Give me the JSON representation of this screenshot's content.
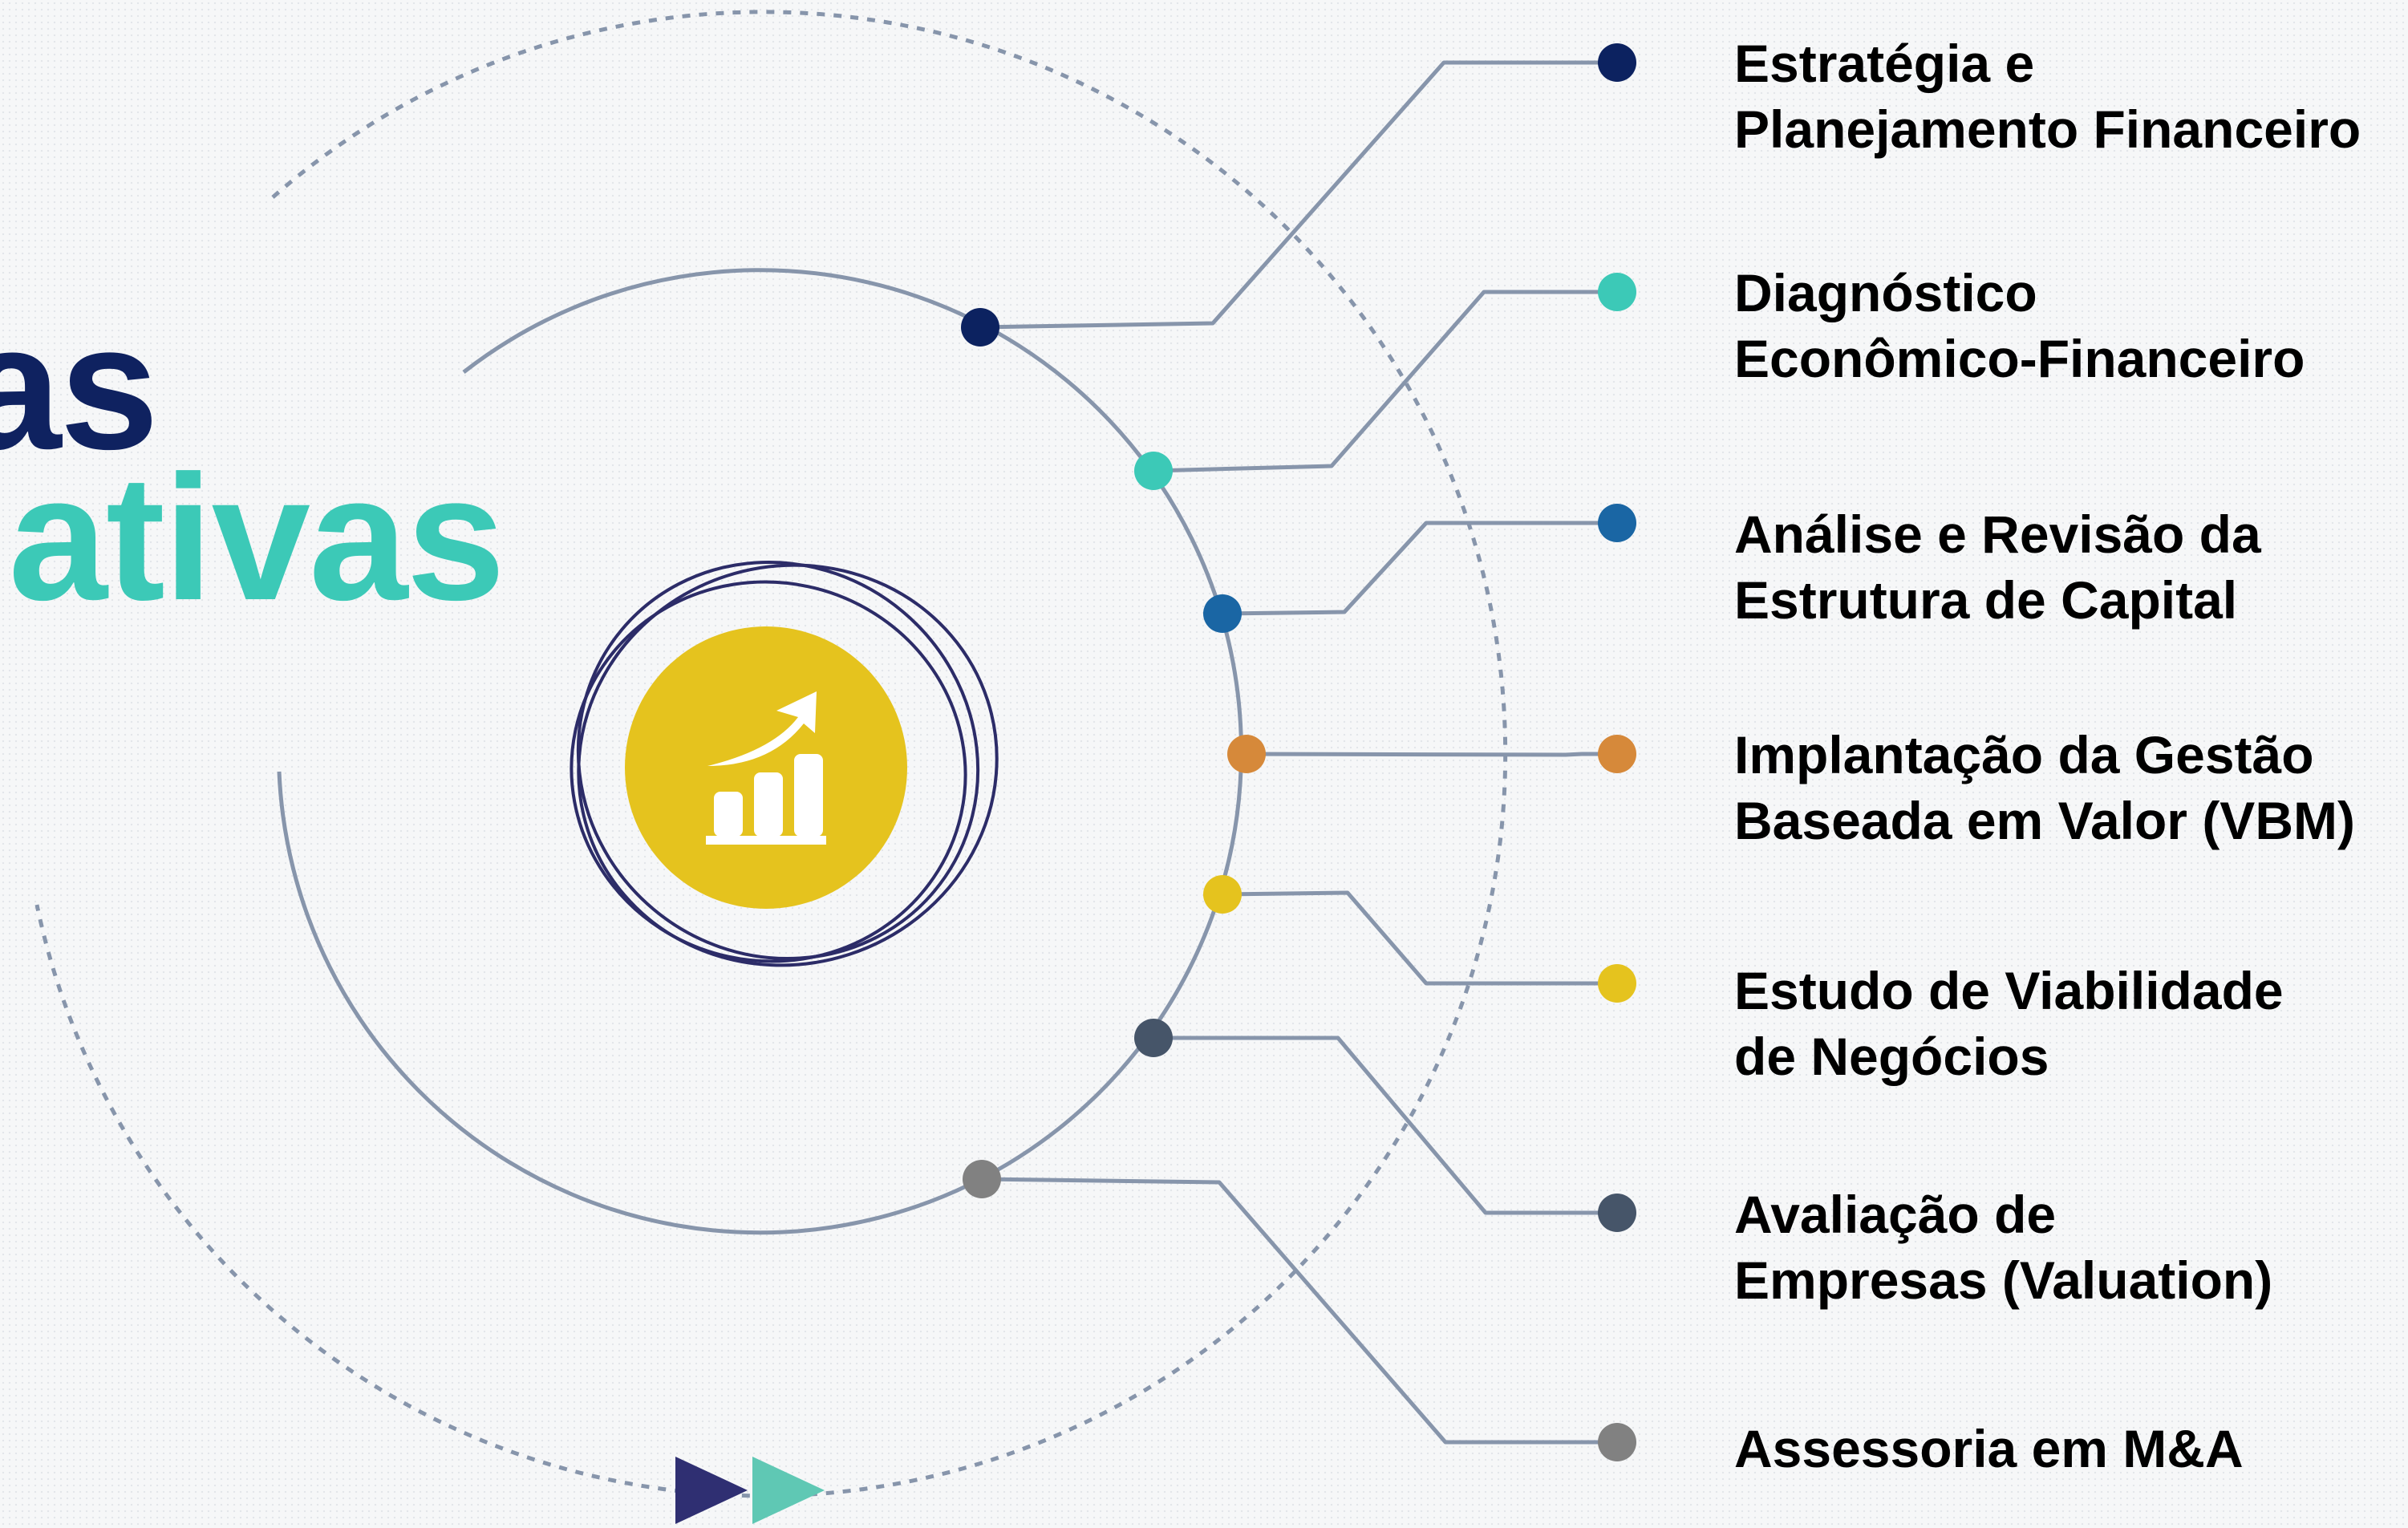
{
  "title": {
    "line1": "as",
    "line2": "ativas"
  },
  "colors": {
    "navy": "#0f2260",
    "teal": "#3cc9b7",
    "gold": "#e5c31e",
    "orbit_line": "#8795ab",
    "spiral": "#2c2c68",
    "arrow_dark": "#2f2f72",
    "arrow_light": "#5fc8b4"
  },
  "center_icon": "growth-chart-icon",
  "services": [
    {
      "line1": "Estratégia e",
      "line2": "Planejamento Financeiro",
      "color": "#0c2260"
    },
    {
      "line1": "Diagnóstico",
      "line2": "Econômico-Financeiro",
      "color": "#3cc9b7"
    },
    {
      "line1": "Análise e Revisão da",
      "line2": "Estrutura de Capital",
      "color": "#1a66a4"
    },
    {
      "line1": "Implantação da Gestão",
      "line2": "Baseada em Valor (VBM)",
      "color": "#d6893a"
    },
    {
      "line1": "Estudo de Viabilidade",
      "line2": "de Negócios",
      "color": "#e5c31e"
    },
    {
      "line1": "Avaliação de",
      "line2": "Empresas (Valuation)",
      "color": "#465569"
    },
    {
      "line1": "Assessoria em M&A",
      "line2": "",
      "color": "#818181"
    }
  ],
  "decor_arrows": [
    "play-arrow-icon",
    "play-arrow-icon"
  ]
}
